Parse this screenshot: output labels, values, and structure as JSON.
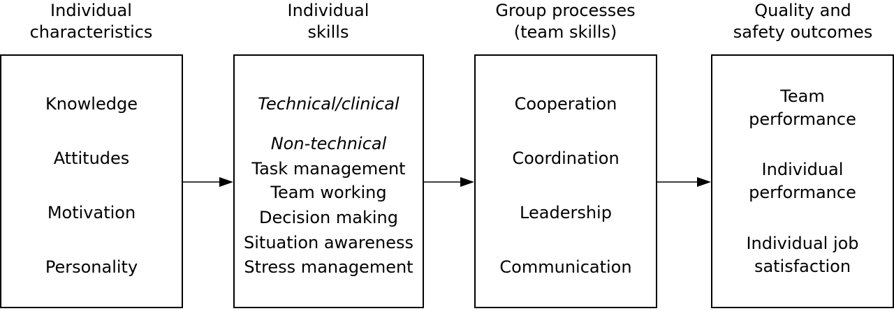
{
  "columns": [
    {
      "heading": [
        "Individual",
        "characteristics"
      ],
      "items": [
        "Knowledge",
        "Attitudes",
        "Motivation",
        "Personality"
      ]
    },
    {
      "heading": [
        "Individual",
        "skills"
      ],
      "technical_label": "Technical/clinical",
      "nontechnical_label": "Non-technical",
      "items": [
        "Task management",
        "Team working",
        "Decision making",
        "Situation awareness",
        "Stress management"
      ]
    },
    {
      "heading": [
        "Group processes",
        "(team skills)"
      ],
      "items": [
        "Cooperation",
        "Coordination",
        "Leadership",
        "Communication"
      ]
    },
    {
      "heading": [
        "Quality and",
        "safety outcomes"
      ],
      "items": [
        [
          "Team",
          "performance"
        ],
        [
          "Individual",
          "performance"
        ],
        [
          "Individual job",
          "satisfaction"
        ]
      ]
    }
  ]
}
